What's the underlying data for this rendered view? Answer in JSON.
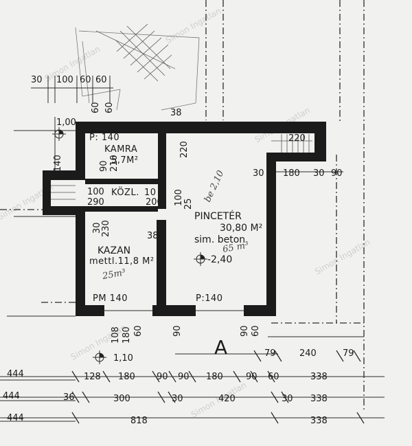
{
  "rooms": {
    "kamra_p": "P: 140",
    "kamra_name": "KAMRA",
    "kamra_area": "5,7M²",
    "kozl_name": "KÖZL.",
    "kozl_area": "10",
    "pince_name": "PINCETÉR",
    "pince_area": "30,80 M²",
    "pince_floor": "sim. beton",
    "kazan_name": "KAZAN",
    "kazan_area": "mettl.11,8 M²",
    "kazan_p": "PM 140",
    "pince_p": "P:140"
  },
  "levels": {
    "top": "1,00",
    "mid": "-2,40",
    "bottom": "1,10"
  },
  "dims": {
    "top_row": [
      "30",
      "100",
      "60",
      "60"
    ],
    "v60a": "60",
    "v60b": "60",
    "v38": "38",
    "v140": "140",
    "v220": "220",
    "v30": "30",
    "right_row": [
      "30",
      "180",
      "30",
      "90"
    ],
    "c220": "220",
    "v90": "90",
    "v210": "210",
    "k100": "100",
    "k290": "290",
    "k100b": "100",
    "k200": "200",
    "v230": "230",
    "v25": "25",
    "k38": "38",
    "v108": "108",
    "v180": "180",
    "v60c": "60",
    "d90a": "90",
    "d90b": "90",
    "d60": "60",
    "row1": [
      "79",
      "240",
      "79"
    ],
    "row2": [
      "128",
      "180",
      "90",
      "90",
      "180",
      "90",
      "60",
      "338"
    ],
    "row3": [
      "36",
      "300",
      "30",
      "420",
      "30",
      "338"
    ],
    "row4": [
      "818",
      "338"
    ],
    "left444": [
      "444",
      "444",
      "444"
    ]
  },
  "marks": {
    "section": "A",
    "hand1": "be 2,10",
    "hand2": "65 m³",
    "hand3": "25m³"
  },
  "watermark": "Simon Ingatlan"
}
